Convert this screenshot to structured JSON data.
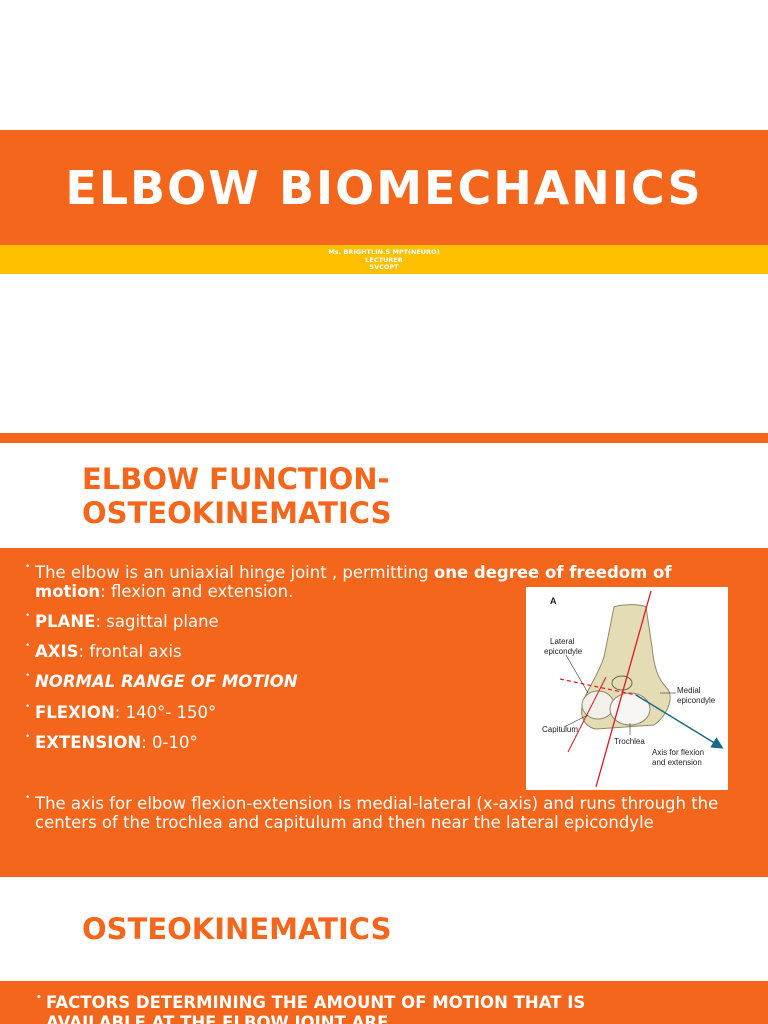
{
  "slide1": {
    "title": "ELBOW BIOMECHANICS",
    "author": "Ms. BRIGHTLIN.S MPT(NEURO)",
    "role": "LECTURER",
    "institution": "SVCOPT"
  },
  "slide2": {
    "heading_line1": "ELBOW FUNCTION-",
    "heading_line2": "OSTEOKINEMATICS",
    "bullets": {
      "b1_prefix": "The elbow is an uniaxial hinge joint , permitting ",
      "b1_bold": "one degree of freedom of motion",
      "b1_suffix": ": flexion and extension.",
      "b2_bold": "PLANE",
      "b2_text": ": sagittal plane",
      "b3_bold": "AXIS",
      "b3_text": ":  frontal axis",
      "b4_bolditalic": "NORMAL RANGE OF MOTION",
      "b5_bold": "FLEXION",
      "b5_text": ": 140°- 150°",
      "b6_bold": "EXTENSION",
      "b6_text": ": 0-10°",
      "b7_text": "The axis for elbow flexion-extension is medial-lateral (x-axis) and runs through the centers of the trochlea and capitulum and then near the lateral epicondyle"
    },
    "bullet_mark": "•",
    "figure": {
      "panel_letter": "A",
      "lateral_epicondyle_1": "Lateral",
      "lateral_epicondyle_2": "epicondyle",
      "medial_epicondyle_1": "Medial",
      "medial_epicondyle_2": "epicondyle",
      "capitulum": "Capitulum",
      "trochlea": "Trochlea",
      "axis_label_1": "Axis for flexion",
      "axis_label_2": "and extension"
    }
  },
  "slide3": {
    "heading": "OSTEOKINEMATICS",
    "bullet_line1": "FACTORS DETERMINING THE AMOUNT OF MOTION THAT IS",
    "bullet_line2": "AVAILABLE AT THE ELBOW JOINT ARE"
  },
  "colors": {
    "orange": "#f4661b",
    "yellow": "#ffc000",
    "bone": "#e3dcb5",
    "axis_teal": "#1b6a88",
    "axis_red": "#e0182a"
  }
}
